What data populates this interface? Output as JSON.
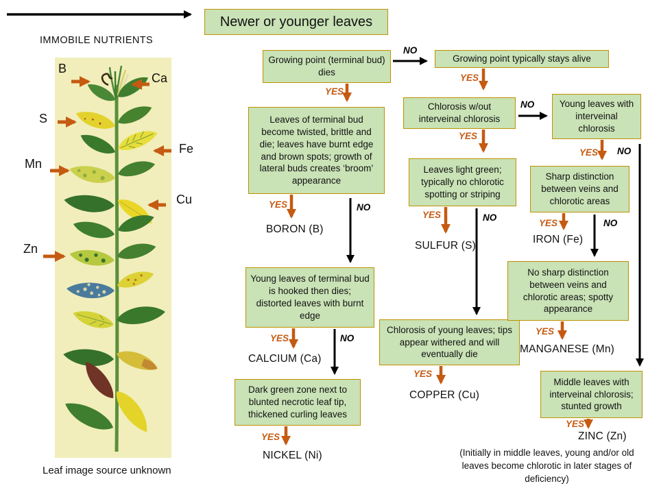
{
  "colors": {
    "box-fill": "#c9e2b6",
    "box-border": "#bf9000",
    "yes": "#c55a11",
    "no": "#000000",
    "plant-bg": "#f1eebb"
  },
  "header": {
    "arrow_label": "IMMOBILE NUTRIENTS",
    "title": "Newer or younger leaves"
  },
  "plant": {
    "caption": "Leaf image source unknown",
    "labels": {
      "b": "B",
      "ca": "Ca",
      "s": "S",
      "fe": "Fe",
      "mn": "Mn",
      "cu": "Cu",
      "zn": "Zn"
    }
  },
  "flow": {
    "yes": "YES",
    "no": "NO",
    "questions": {
      "growing_dies": "Growing point (terminal bud) dies",
      "stays_alive": "Growing point typically stays alive",
      "twisted": "Leaves of terminal bud become twisted, brittle and die; leaves have burnt edge and brown spots; growth of lateral buds creates ‘broom’ appearance",
      "hooked": "Young leaves of terminal bud is hooked then dies; distorted leaves with burnt edge",
      "dark_green_zone": "Dark green zone next to blunted necrotic leaf tip, thickened curling leaves",
      "chlorosis_wout": "Chlorosis w/out interveinal chlorosis",
      "light_green": "Leaves light green; typically no chlorotic spotting or striping",
      "young_chlorosis": "Chlorosis of young leaves; tips appear withered and will eventually die",
      "young_interveinal": "Young leaves with interveinal chlorosis",
      "sharp": "Sharp distinction between veins and chlorotic areas",
      "no_sharp": "No sharp distinction between veins and chlorotic areas; spotty appearance",
      "middle_leaves": "Middle leaves with interveinal chlorosis; stunted growth"
    },
    "results": {
      "boron": "BORON (B)",
      "calcium": "CALCIUM (Ca)",
      "nickel": "NICKEL (Ni)",
      "sulfur": "SULFUR (S)",
      "copper": "COPPER (Cu)",
      "iron": "IRON (Fe)",
      "manganese": "MANGANESE (Mn)",
      "zinc": "ZINC (Zn)"
    },
    "zinc_note": "(Initially in middle leaves, young and/or old leaves become chlorotic in later stages of deficiency)"
  }
}
